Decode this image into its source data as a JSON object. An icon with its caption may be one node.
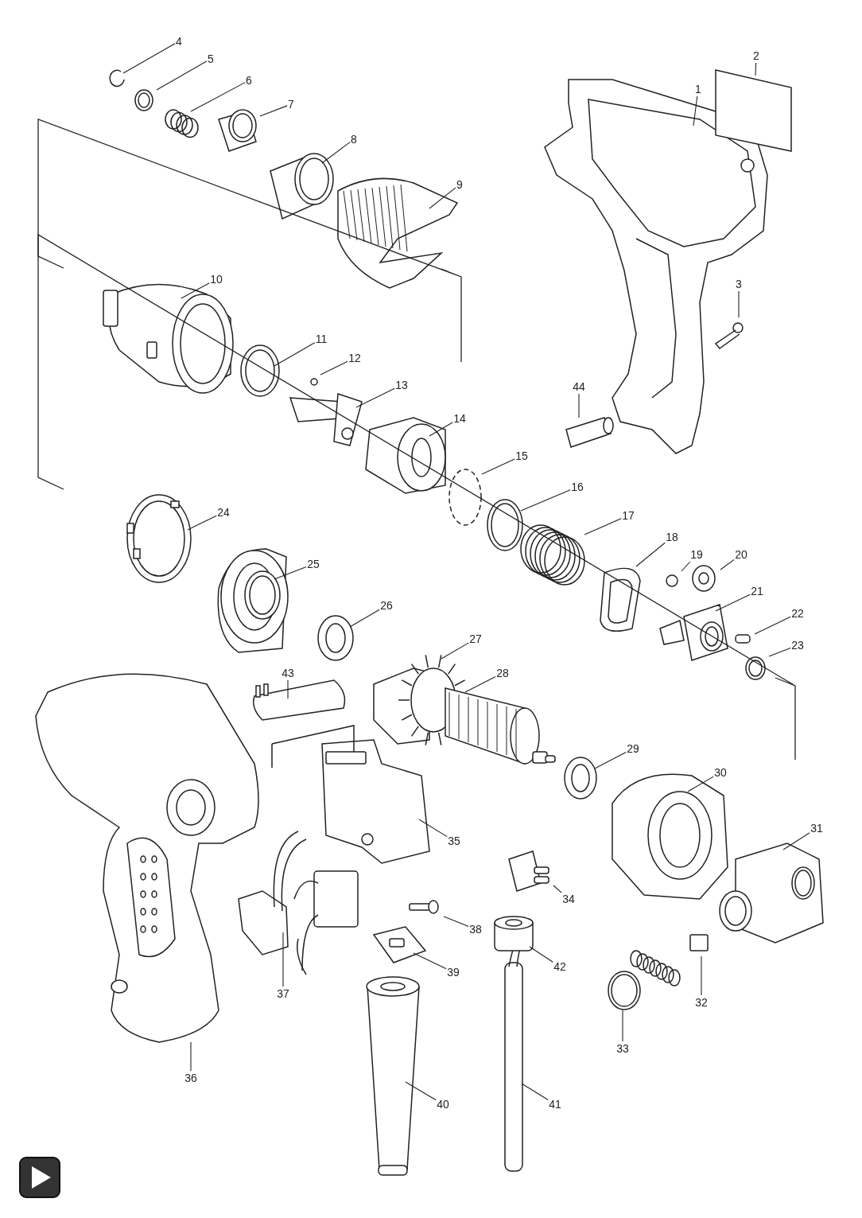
{
  "diagram": {
    "nodes": [
      {
        "text": [
          "1"
        ]
      },
      {
        "text": [
          "2"
        ]
      },
      {
        "text": [
          "3"
        ]
      },
      {
        "text": [
          "4"
        ]
      },
      {
        "text": [
          "5"
        ]
      },
      {
        "text": [
          "6"
        ]
      },
      {
        "text": [
          "7"
        ]
      },
      {
        "text": [
          "8"
        ]
      },
      {
        "text": [
          "9"
        ]
      },
      {
        "text": [
          "10"
        ]
      },
      {
        "text": [
          "11"
        ]
      },
      {
        "text": [
          "12"
        ]
      },
      {
        "text": [
          "13"
        ]
      },
      {
        "text": [
          "14"
        ]
      },
      {
        "text": [
          "15"
        ]
      },
      {
        "text": [
          "16"
        ]
      },
      {
        "text": [
          "17"
        ]
      },
      {
        "text": [
          "18"
        ]
      },
      {
        "text": [
          "19"
        ]
      },
      {
        "text": [
          "20"
        ]
      },
      {
        "text": [
          "21"
        ]
      },
      {
        "text": [
          "22"
        ]
      },
      {
        "text": [
          "23"
        ]
      },
      {
        "text": [
          "24"
        ]
      },
      {
        "text": [
          "25"
        ]
      },
      {
        "text": [
          "26"
        ]
      },
      {
        "text": [
          "27"
        ]
      },
      {
        "text": [
          "28"
        ]
      },
      {
        "text": [
          "29"
        ]
      },
      {
        "text": [
          "30"
        ]
      },
      {
        "text": [
          "31"
        ]
      },
      {
        "text": [
          "32"
        ]
      },
      {
        "text": [
          "33"
        ]
      },
      {
        "text": [
          "34"
        ]
      },
      {
        "text": [
          "35"
        ]
      },
      {
        "text": [
          "36"
        ]
      },
      {
        "text": [
          "37"
        ]
      },
      {
        "text": [
          "38"
        ]
      },
      {
        "text": [
          "39"
        ]
      },
      {
        "text": [
          "40"
        ]
      },
      {
        "text": [
          "41"
        ]
      },
      {
        "text": [
          "42"
        ]
      },
      {
        "text": [
          "43"
        ]
      },
      {
        "text": [
          "44"
        ]
      }
    ],
    "edges": [
      {
        "from": 0,
        "to": null,
        "arrow": "none"
      },
      {
        "from": 1,
        "to": null,
        "arrow": "none"
      },
      {
        "from": 2,
        "to": null,
        "arrow": "none"
      },
      {
        "from": 3,
        "to": null,
        "arrow": "none"
      },
      {
        "from": 4,
        "to": null,
        "arrow": "none"
      },
      {
        "from": 5,
        "to": null,
        "arrow": "none"
      },
      {
        "from": 6,
        "to": null,
        "arrow": "none"
      },
      {
        "from": 7,
        "to": null,
        "arrow": "none"
      },
      {
        "from": 8,
        "to": null,
        "arrow": "none"
      },
      {
        "from": 9,
        "to": null,
        "arrow": "none"
      },
      {
        "from": 10,
        "to": null,
        "arrow": "none"
      },
      {
        "from": 11,
        "to": null,
        "arrow": "none"
      },
      {
        "from": 12,
        "to": null,
        "arrow": "none"
      },
      {
        "from": 13,
        "to": null,
        "arrow": "none"
      },
      {
        "from": 14,
        "to": null,
        "arrow": "none"
      },
      {
        "from": 15,
        "to": null,
        "arrow": "none"
      },
      {
        "from": 16,
        "to": null,
        "arrow": "none"
      },
      {
        "from": 17,
        "to": null,
        "arrow": "none"
      },
      {
        "from": 18,
        "to": null,
        "arrow": "none"
      },
      {
        "from": 19,
        "to": null,
        "arrow": "none"
      },
      {
        "from": 20,
        "to": null,
        "arrow": "none"
      },
      {
        "from": 21,
        "to": null,
        "arrow": "none"
      },
      {
        "from": 22,
        "to": null,
        "arrow": "none"
      },
      {
        "from": 23,
        "to": null,
        "arrow": "none"
      },
      {
        "from": 24,
        "to": null,
        "arrow": "none"
      },
      {
        "from": 25,
        "to": null,
        "arrow": "none"
      },
      {
        "from": 26,
        "to": null,
        "arrow": "none"
      },
      {
        "from": 27,
        "to": null,
        "arrow": "none"
      },
      {
        "from": 28,
        "to": null,
        "arrow": "none"
      },
      {
        "from": 29,
        "to": null,
        "arrow": "none"
      },
      {
        "from": 30,
        "to": null,
        "arrow": "none"
      },
      {
        "from": 31,
        "to": null,
        "arrow": "none"
      },
      {
        "from": 32,
        "to": null,
        "arrow": "none"
      },
      {
        "from": 33,
        "to": null,
        "arrow": "none"
      },
      {
        "from": 34,
        "to": null,
        "arrow": "none"
      },
      {
        "from": 35,
        "to": null,
        "arrow": "none"
      },
      {
        "from": 36,
        "to": null,
        "arrow": "none"
      },
      {
        "from": 37,
        "to": null,
        "arrow": "none"
      },
      {
        "from": 38,
        "to": null,
        "arrow": "none"
      },
      {
        "from": 39,
        "to": null,
        "arrow": "none"
      },
      {
        "from": 40,
        "to": null,
        "arrow": "none"
      },
      {
        "from": 41,
        "to": null,
        "arrow": "none"
      },
      {
        "from": 42,
        "to": null,
        "arrow": "none"
      },
      {
        "from": 43,
        "to": null,
        "arrow": "none"
      }
    ]
  }
}
